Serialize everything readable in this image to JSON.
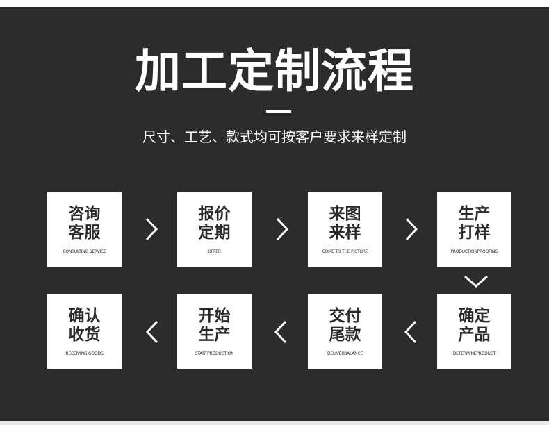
{
  "colors": {
    "background": "#2c2c2c",
    "box": "#ffffff",
    "text_dark": "#2a2a2a",
    "text_light": "#ffffff"
  },
  "header": {
    "title": "加工定制流程",
    "subtitle": "尺寸、工艺、款式均可按客户要求来样定制"
  },
  "flow": {
    "row1": [
      {
        "cn1": "咨询",
        "cn2": "客服",
        "en": "CONSULTING SERVICE"
      },
      {
        "cn1": "报价",
        "cn2": "定期",
        "en": "OFFER"
      },
      {
        "cn1": "来图",
        "cn2": "来样",
        "en": "COME TO THE PICTURE"
      },
      {
        "cn1": "生产",
        "cn2": "打样",
        "en": "PRODUCTIONPROOFING"
      }
    ],
    "row2": [
      {
        "cn1": "确认",
        "cn2": "收货",
        "en": "RECEIVING GOODS"
      },
      {
        "cn1": "开始",
        "cn2": "生产",
        "en": "STARTPRODUCTION"
      },
      {
        "cn1": "交付",
        "cn2": "尾款",
        "en": "DELIVERBALANCE"
      },
      {
        "cn1": "确定",
        "cn2": "产品",
        "en": "DETERMINEPRODUCT"
      }
    ],
    "arrow_icons": [
      "chevron-right-icon",
      "chevron-down-icon",
      "chevron-left-icon"
    ]
  }
}
